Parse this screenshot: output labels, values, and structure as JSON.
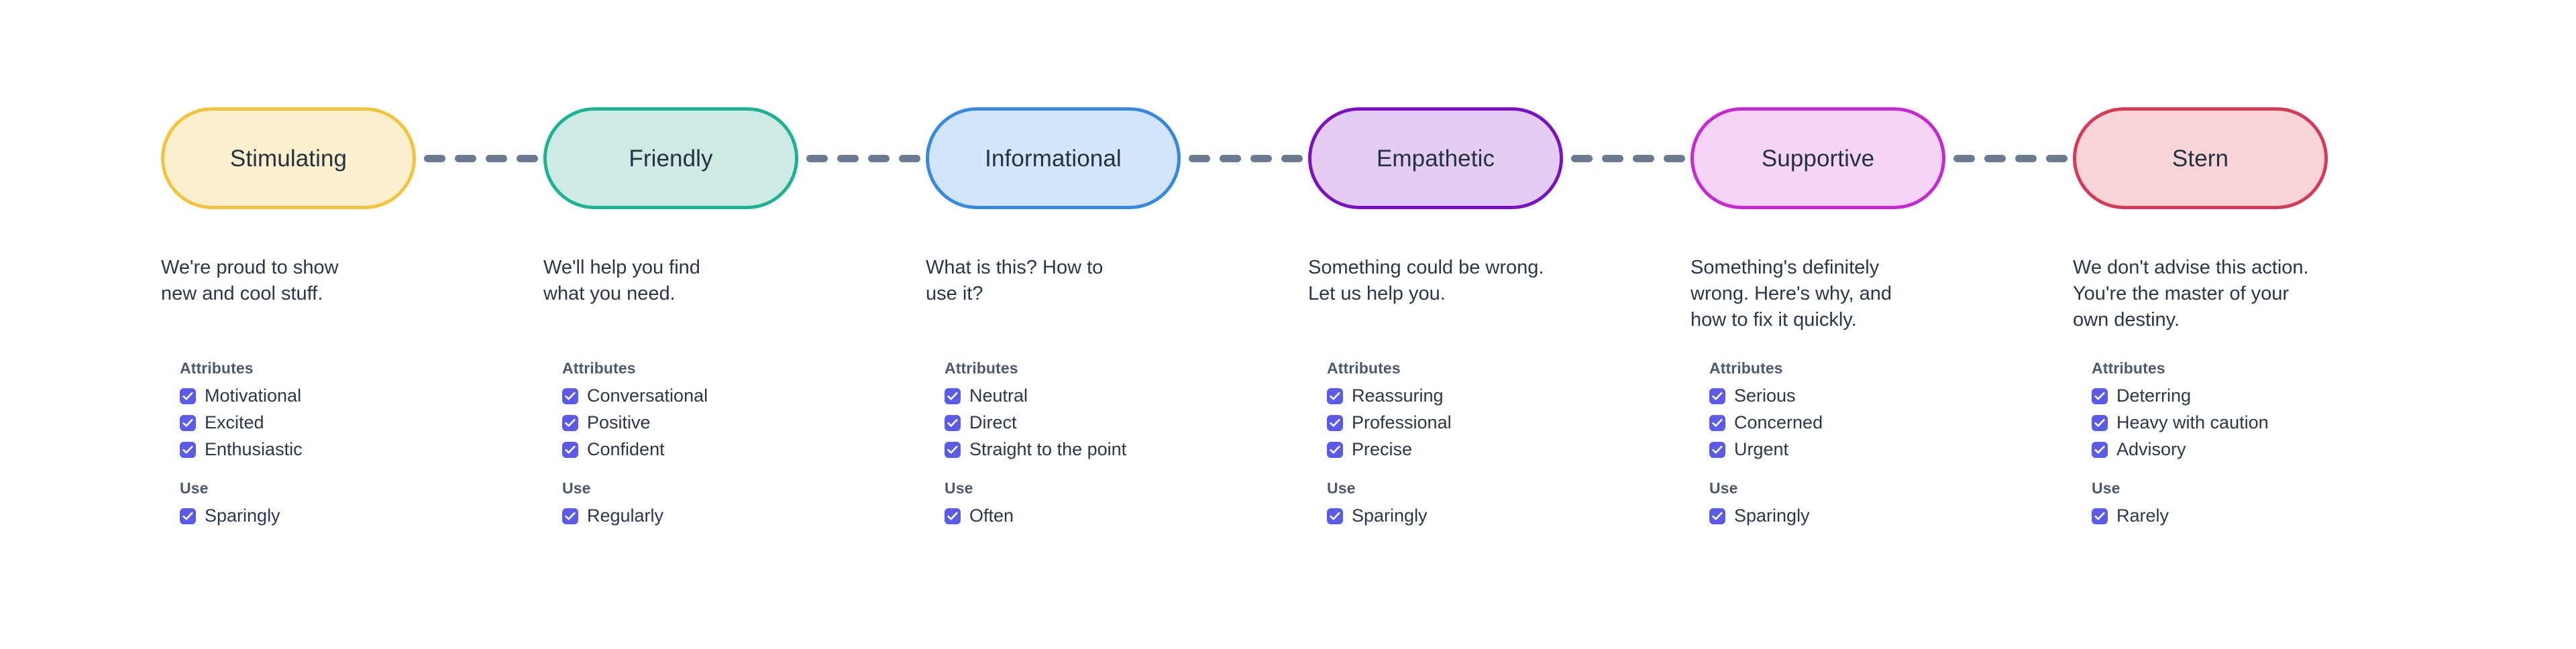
{
  "canvas": {
    "background": "#ffffff",
    "text_color": "#2b3648",
    "muted_text_color": "#4d5a6b",
    "checkbox_color": "#5b5be8",
    "connector_color": "#6b7a90"
  },
  "connector": {
    "icon": "dashed-line",
    "dash_count": 4
  },
  "groups": {
    "attributes_label": "Attributes",
    "use_label": "Use"
  },
  "tones": [
    {
      "id": "stimulating",
      "label": "Stimulating",
      "fill": "#fbf0cd",
      "stroke": "#f5c33b",
      "description_lines": [
        "We're proud to show",
        "new and cool stuff."
      ],
      "attributes": [
        "Motivational",
        "Excited",
        "Enthusiastic"
      ],
      "use": [
        "Sparingly"
      ]
    },
    {
      "id": "friendly",
      "label": "Friendly",
      "fill": "#cdeae5",
      "stroke": "#1bb394",
      "description_lines": [
        "We'll help you find",
        "what you need."
      ],
      "attributes": [
        "Conversational",
        "Positive",
        "Confident"
      ],
      "use": [
        "Regularly"
      ]
    },
    {
      "id": "informational",
      "label": "Informational",
      "fill": "#d3e5fa",
      "stroke": "#3789e0",
      "description_lines": [
        "What is this? How to",
        "use it?"
      ],
      "attributes": [
        "Neutral",
        "Direct",
        "Straight to the point"
      ],
      "use": [
        "Often"
      ]
    },
    {
      "id": "empathetic",
      "label": "Empathetic",
      "fill": "#e4cdf2",
      "stroke": "#7b11c4",
      "description_lines": [
        "Something could be wrong.",
        "Let us help you."
      ],
      "attributes": [
        "Reassuring",
        "Professional",
        "Precise"
      ],
      "use": [
        "Sparingly"
      ]
    },
    {
      "id": "supportive",
      "label": "Supportive",
      "fill": "#f4d4f7",
      "stroke": "#c828d3",
      "description_lines": [
        "Something's definitely",
        "wrong. Here's why, and",
        "how to fix it quickly."
      ],
      "attributes": [
        "Serious",
        "Concerned",
        "Urgent"
      ],
      "use": [
        "Sparingly"
      ]
    },
    {
      "id": "stern",
      "label": "Stern",
      "fill": "#f7d4d8",
      "stroke": "#d63a57",
      "description_lines": [
        "We don't advise this action.",
        "You're the master of your",
        "own destiny."
      ],
      "attributes": [
        "Deterring",
        "Heavy with caution",
        "Advisory"
      ],
      "use": [
        "Rarely"
      ]
    }
  ]
}
